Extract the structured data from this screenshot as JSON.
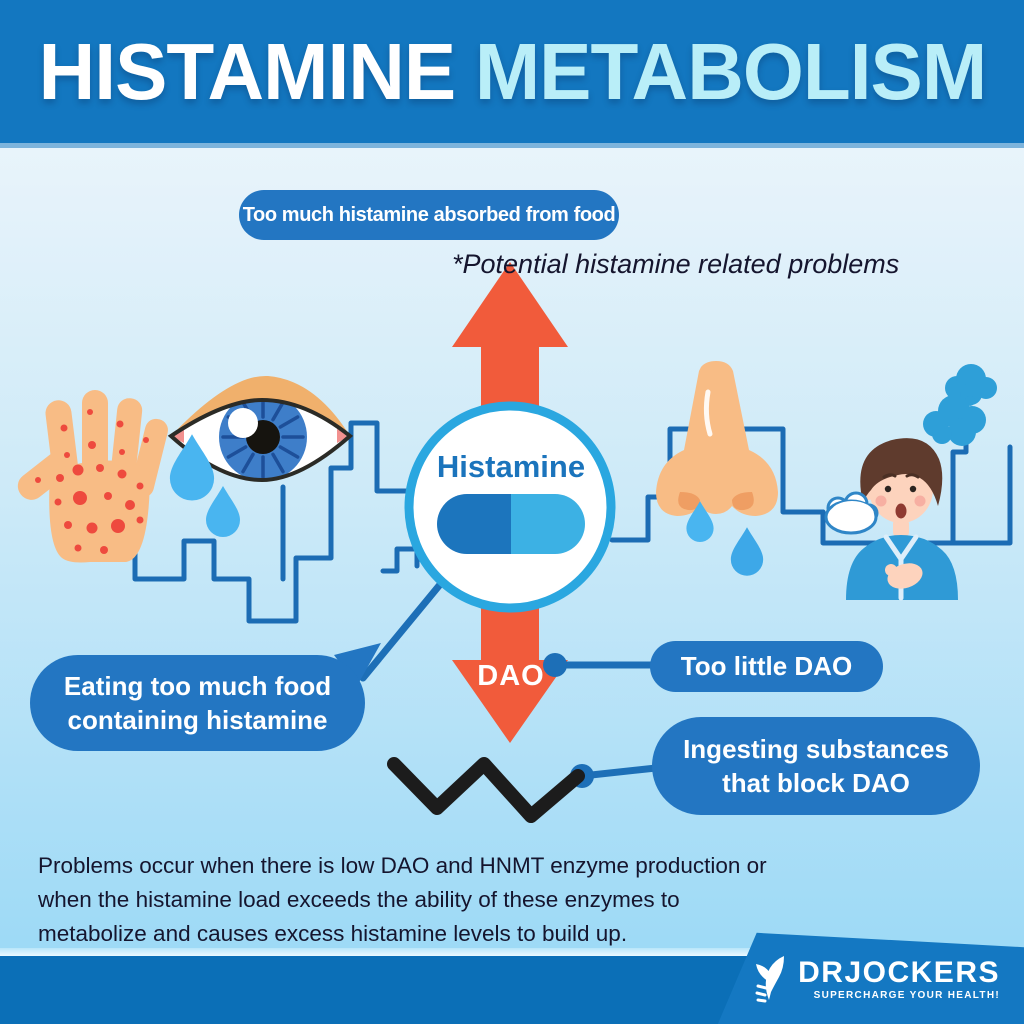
{
  "header": {
    "title_part1": "HISTAMINE",
    "title_part2": "METABOLISM"
  },
  "callouts": {
    "top": "Too much histamine absorbed from food",
    "note": "*Potential histamine related problems",
    "center": "Histamine",
    "dao": "DAO",
    "eating": {
      "line1": "Eating too much food",
      "line2": "containing histamine"
    },
    "too_little_dao": "Too little DAO",
    "ingesting": {
      "line1": "Ingesting substances",
      "line2": "that block DAO"
    }
  },
  "paragraph": {
    "line1": "Problems occur when there is low DAO and HNMT enzyme production or",
    "line2": "when the histamine load exceeds the ability of these enzymes to",
    "line3": "metabolize and causes excess histamine levels to build up."
  },
  "footer": {
    "brand": "DRJOCKERS",
    "tagline": "SUPERCHARGE YOUR HEALTH!"
  },
  "icons": {
    "left_top": "rash-hand",
    "left_mid": "watery-eye",
    "center": "histamine-capsule",
    "right_top": "runny-nose",
    "right_mid": "coughing-man",
    "bottom": "molecule-zigzag",
    "up": "arrow-up",
    "down": "arrow-down",
    "logo": "leaf-logo"
  },
  "colors": {
    "header_bg": "#1377C0",
    "title_accent": "#B9EEF8",
    "callout_blue": "#2376C2",
    "arrow_orange": "#F15B3B",
    "circle_ring": "#2AA7E0",
    "capsule_dark": "#1C75BD",
    "capsule_light": "#3CB1E4",
    "trace_blue": "#1C6CB4",
    "zigzag_black": "#1C1C1C",
    "text_dark": "#15152E",
    "footer_bg": "#0B6FB7",
    "skin": "#F8BC85",
    "rash_red": "#EE4A3E",
    "tear_blue": "#49B5F0",
    "bg_top": "#F3F9FD",
    "bg_bottom": "#9EDAF6"
  }
}
